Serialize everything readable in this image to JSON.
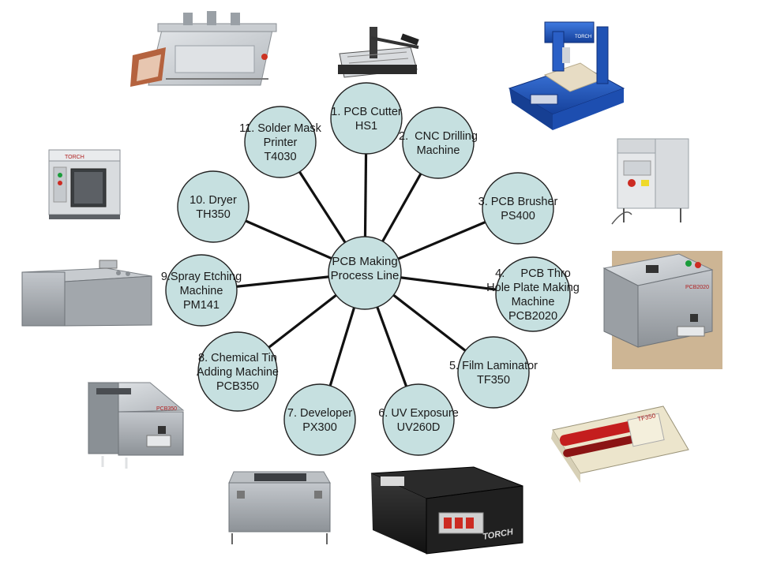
{
  "center": {
    "lines": [
      "PCB Making",
      "Process Line"
    ]
  },
  "nodes": [
    {
      "id": "pcb-cutter",
      "lines": [
        "1. PCB Cutter",
        "HS1"
      ]
    },
    {
      "id": "cnc-drilling",
      "lines": [
        "2.  CNC Drilling",
        "Machine"
      ]
    },
    {
      "id": "pcb-brusher",
      "lines": [
        "3. PCB Brusher",
        "PS400"
      ]
    },
    {
      "id": "thro-hole-plate",
      "lines": [
        "4.     PCB Thro",
        "Hole Plate Making",
        "Machine",
        "PCB2020"
      ]
    },
    {
      "id": "film-laminator",
      "lines": [
        "5. Film Laminator",
        "TF350"
      ]
    },
    {
      "id": "uv-exposure",
      "lines": [
        "6. UV Exposure",
        "UV260D"
      ]
    },
    {
      "id": "developer",
      "lines": [
        "7. Developer",
        "PX300"
      ]
    },
    {
      "id": "chemical-tin",
      "lines": [
        "8. Chemical Tin",
        "Adding Machine",
        "PCB350"
      ]
    },
    {
      "id": "spray-etching",
      "lines": [
        "9.Spray Etching",
        "Machine",
        "PM141"
      ]
    },
    {
      "id": "dryer",
      "lines": [
        "10. Dryer",
        "TH350"
      ]
    },
    {
      "id": "solder-mask",
      "lines": [
        "11. Solder Mask",
        "Printer",
        "T4030"
      ]
    }
  ],
  "brand_labels": {
    "cnc": "TORCH",
    "dryer": "TORCH",
    "pcb2020": "PCB2020",
    "pcb350": "PCB350",
    "uv": "TORCH",
    "laminator": "TF350"
  },
  "colors": {
    "circle_fill": "#c6e0e0",
    "spoke": "#111111",
    "machine_grey": "#a9adb2",
    "machine_blue": "#1f55b8",
    "uv_black": "#1b1b1b"
  }
}
